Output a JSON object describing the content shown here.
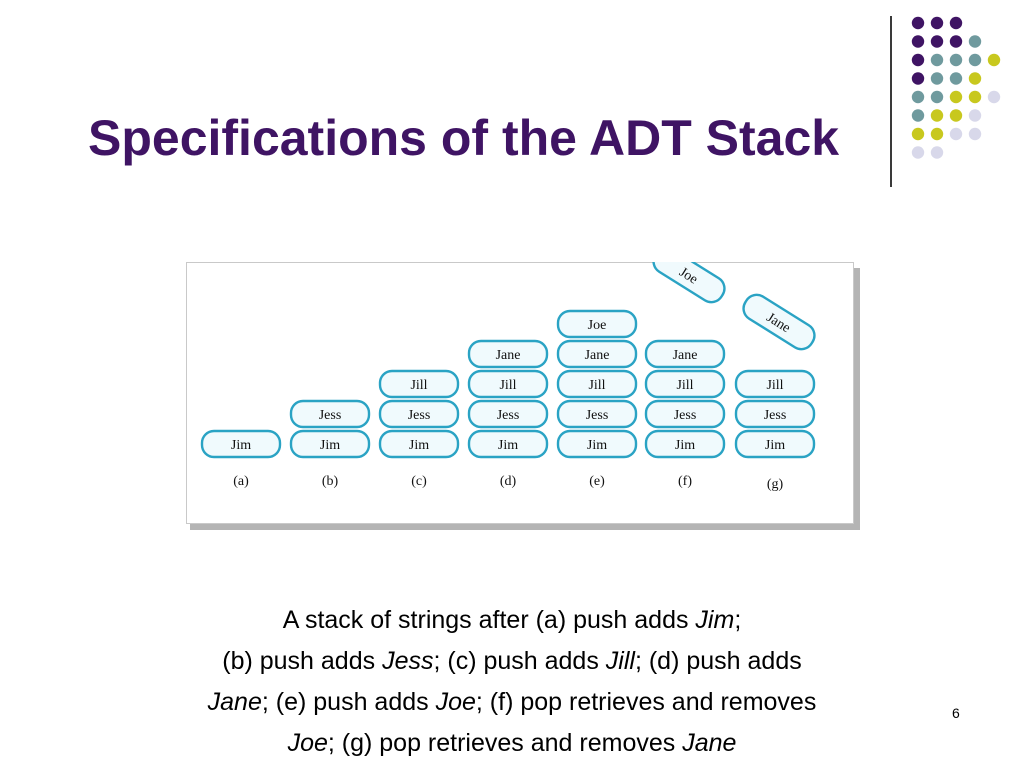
{
  "slide": {
    "title": "Specifications of the ADT Stack",
    "number": "6"
  },
  "colors": {
    "title": "#3f1464",
    "dot_palette": [
      "#3f1464",
      "#6f9a9e",
      "#c8c81e",
      "#d8d8ea"
    ],
    "box_stroke": "#2aa3c4",
    "box_fill": "#f0fafd"
  },
  "decoration": {
    "dot_rows": [
      [
        0,
        0,
        0
      ],
      [
        0,
        0,
        0,
        1
      ],
      [
        0,
        1,
        1,
        1,
        2
      ],
      [
        0,
        1,
        1,
        2
      ],
      [
        1,
        1,
        2,
        2,
        3
      ],
      [
        1,
        2,
        2,
        3
      ],
      [
        2,
        2,
        3,
        3
      ],
      [
        3,
        3
      ]
    ]
  },
  "figure": {
    "stacks": [
      {
        "label": "(a)",
        "items": [
          "Jim"
        ],
        "popped": []
      },
      {
        "label": "(b)",
        "items": [
          "Jim",
          "Jess"
        ],
        "popped": []
      },
      {
        "label": "(c)",
        "items": [
          "Jim",
          "Jess",
          "Jill"
        ],
        "popped": []
      },
      {
        "label": "(d)",
        "items": [
          "Jim",
          "Jess",
          "Jill",
          "Jane"
        ],
        "popped": []
      },
      {
        "label": "(e)",
        "items": [
          "Jim",
          "Jess",
          "Jill",
          "Jane",
          "Joe"
        ],
        "popped": []
      },
      {
        "label": "(f)",
        "items": [
          "Jim",
          "Jess",
          "Jill",
          "Jane"
        ],
        "popped": [
          "Joe"
        ]
      },
      {
        "label": "(g)",
        "items": [
          "Jim",
          "Jess",
          "Jill"
        ],
        "popped": [
          "Jane"
        ]
      }
    ]
  },
  "caption": {
    "p1": "A stack of strings after (a) push adds ",
    "i1": "Jim",
    "p2": ";",
    "p3": "(b) push adds ",
    "i2": "Jess",
    "p4": "; (c) push adds ",
    "i3": "Jill",
    "p5": "; (d) push adds",
    "i4": "Jane",
    "p6": "; (e) push adds ",
    "i5": "Joe",
    "p7": "; (f) pop retrieves and removes",
    "i6": "Joe",
    "p8": "; (g) pop retrieves and removes ",
    "i7": "Jane"
  }
}
